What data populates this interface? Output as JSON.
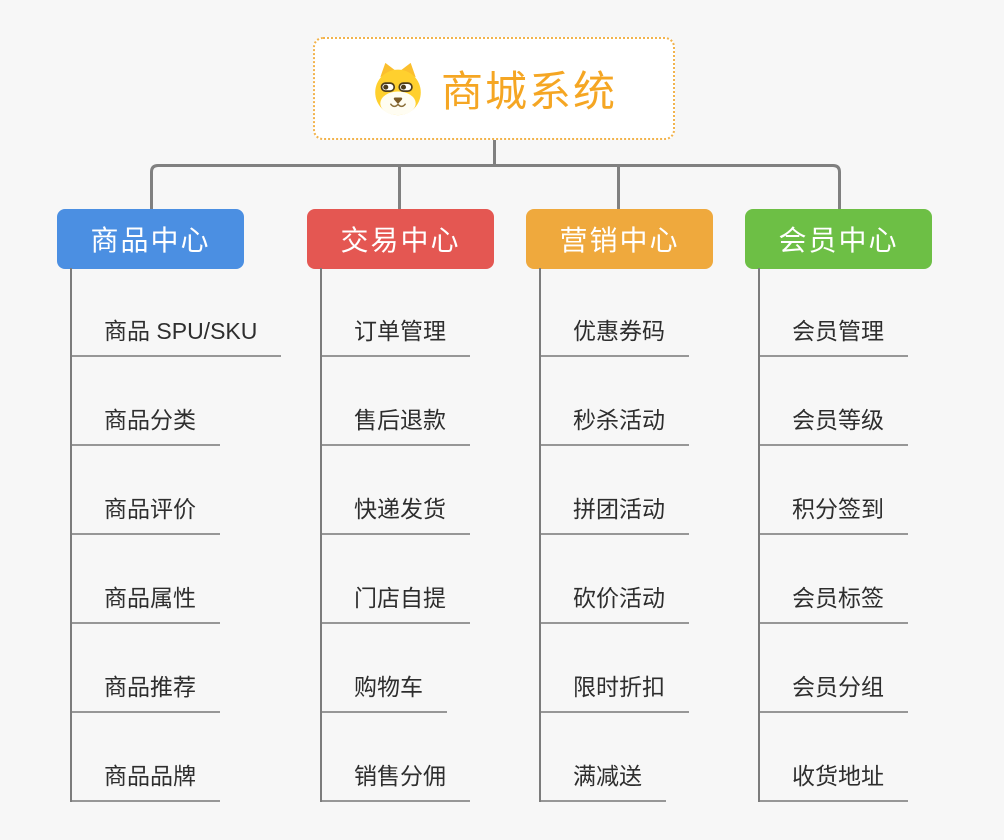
{
  "canvas": {
    "background": "#f7f7f7",
    "connector_color": "#808080",
    "trunk_color": "#7c7c7c",
    "underline_color": "#979797",
    "leaf_text_color": "#2e2e2e"
  },
  "root": {
    "title": "商城系统",
    "icon": "dog-face-icon",
    "text_color": "#F5A623",
    "border_color": "#F2B34C",
    "background": "#ffffff"
  },
  "branches": [
    {
      "label": "商品中心",
      "color": "#4B8FE2",
      "items": [
        "商品 SPU/SKU",
        "商品分类",
        "商品评价",
        "商品属性",
        "商品推荐",
        "商品品牌"
      ]
    },
    {
      "label": "交易中心",
      "color": "#E45752",
      "items": [
        "订单管理",
        "售后退款",
        "快递发货",
        "门店自提",
        "购物车",
        "销售分佣"
      ]
    },
    {
      "label": "营销中心",
      "color": "#EFA93D",
      "items": [
        "优惠券码",
        "秒杀活动",
        "拼团活动",
        "砍价活动",
        "限时折扣",
        "满减送"
      ]
    },
    {
      "label": "会员中心",
      "color": "#6DBF45",
      "items": [
        "会员管理",
        "会员等级",
        "积分签到",
        "会员标签",
        "会员分组",
        "收货地址"
      ]
    }
  ]
}
